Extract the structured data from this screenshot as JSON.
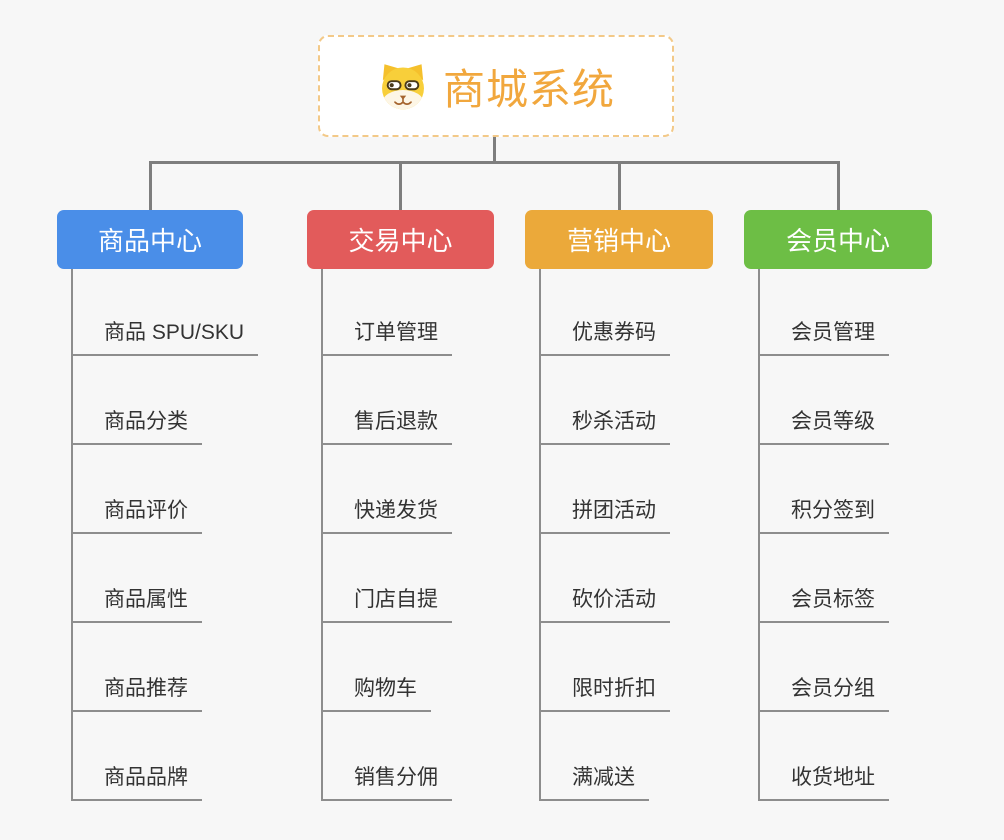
{
  "diagram": {
    "root": {
      "title": "商城系统",
      "icon": "dog-face-icon",
      "title_color": "#f1a73d",
      "border_color": "#f3c988",
      "background": "#ffffff"
    },
    "style": {
      "canvas_background": "#f7f7f7",
      "connector_color": "#7e7e7e",
      "underline_color": "#8d8d8d",
      "child_text_color": "#333333"
    },
    "branches": [
      {
        "label": "商品中心",
        "color": "#4a8ee8",
        "children": [
          "商品 SPU/SKU",
          "商品分类",
          "商品评价",
          "商品属性",
          "商品推荐",
          "商品品牌"
        ]
      },
      {
        "label": "交易中心",
        "color": "#e25b5b",
        "children": [
          "订单管理",
          "售后退款",
          "快递发货",
          "门店自提",
          "购物车",
          "销售分佣"
        ]
      },
      {
        "label": "营销中心",
        "color": "#eba93a",
        "children": [
          "优惠券码",
          "秒杀活动",
          "拼团活动",
          "砍价活动",
          "限时折扣",
          "满减送"
        ]
      },
      {
        "label": "会员中心",
        "color": "#6dbe45",
        "children": [
          "会员管理",
          "会员等级",
          "积分签到",
          "会员标签",
          "会员分组",
          "收货地址"
        ]
      }
    ]
  }
}
